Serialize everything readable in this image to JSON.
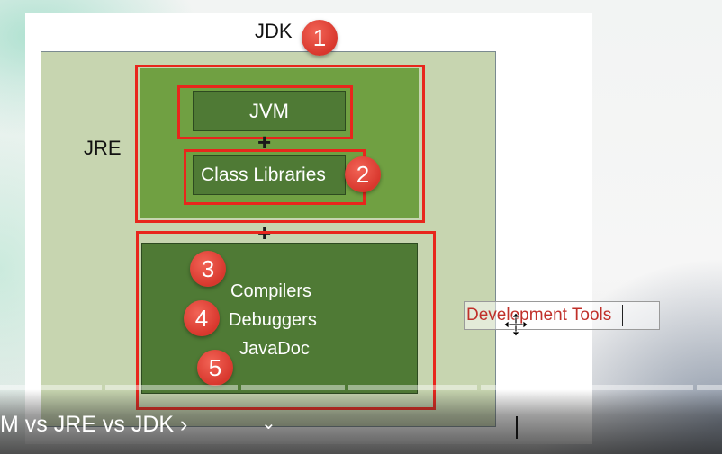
{
  "diagram": {
    "jdk_label": "JDK",
    "jre_label": "JRE",
    "jvm_label": "JVM",
    "class_libraries_label": "Class Libraries",
    "plus_symbol": "+",
    "tools": [
      "Compilers",
      "Debuggers",
      "JavaDoc"
    ],
    "badges": [
      "1",
      "2",
      "3",
      "4",
      "5"
    ],
    "annotation_label": "Development Tools"
  },
  "player": {
    "chapter_title": "M vs JRE vs JDK ›",
    "chapter_chevron": "⌄"
  },
  "colors": {
    "highlight_red": "#e8261c",
    "jre_fill": "#c7d5b0",
    "green_fill": "#70a042",
    "dark_green_fill": "#4f7a35"
  }
}
